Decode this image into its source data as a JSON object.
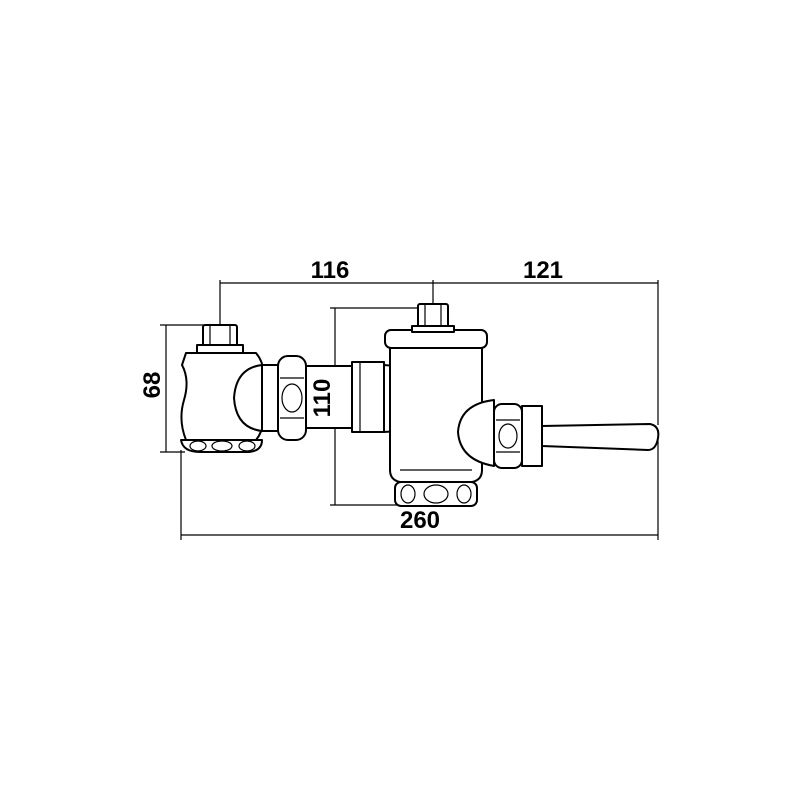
{
  "dimensions": {
    "dim_116": "116",
    "dim_121": "121",
    "dim_68": "68",
    "dim_110": "110",
    "dim_260": "260"
  },
  "colors": {
    "line": "#000000",
    "background": "#ffffff"
  }
}
